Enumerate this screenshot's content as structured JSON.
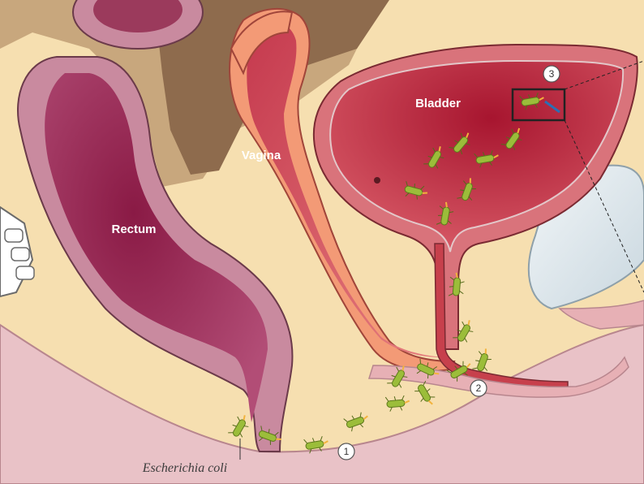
{
  "labels": {
    "bladder": "Bladder",
    "vagina": "Vagina",
    "rectum": "Rectum",
    "bacterium": "Escherichia coli"
  },
  "steps": [
    "1",
    "2",
    "3"
  ],
  "colors": {
    "background_tissue": "#f6dfb0",
    "skin": "#e9c2c7",
    "rectum_wall": "#c98a9f",
    "rectum_lumen": "#8b1e48",
    "vagina_outer": "#f39a76",
    "vagina_inner": "#c4374d",
    "bladder_wall": "#d9737b",
    "bladder_lumen": "#b11f36",
    "urethra": "#c7404c",
    "bone": "#8a6a4c",
    "bacteria": "#9bbd3a",
    "bacteria_flagella": "#f2b33d",
    "pubic_fat": "#dfe8ee"
  },
  "bacteria_icon": "rod-bacterium-icon"
}
